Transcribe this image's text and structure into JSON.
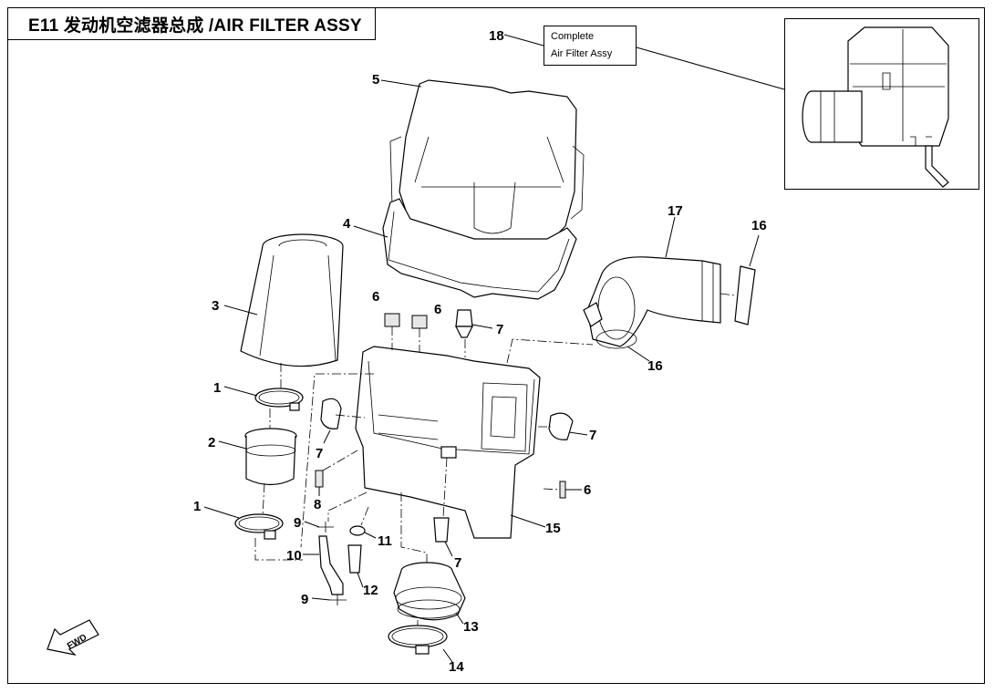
{
  "title": "E11 发动机空滤器总成 /AIR FILTER ASSY",
  "callout": {
    "line1": "Complete",
    "line2": "Air Filter Assy"
  },
  "fwd_label": "FWD",
  "part_numbers": [
    "1",
    "1",
    "2",
    "3",
    "4",
    "5",
    "6",
    "6",
    "6",
    "7",
    "7",
    "7",
    "7",
    "8",
    "9",
    "9",
    "10",
    "11",
    "12",
    "13",
    "14",
    "15",
    "16",
    "16",
    "17",
    "18"
  ]
}
